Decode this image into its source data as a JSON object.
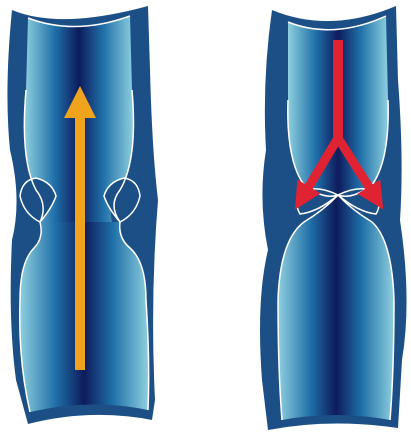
{
  "diagram": {
    "colors": {
      "background": "#ffffff",
      "vein_wall": "#1c4f86",
      "lumen_core": "#0e1b5c",
      "lumen_mid": "#1f6fa8",
      "lumen_edge": "#8fd0df",
      "valve_outline": "#ffffff",
      "open_flow_arrow": "#f0a31c",
      "closed_backflow_arrow": "#e02333"
    },
    "panels": [
      {
        "id": "open-valve",
        "valve_state": "open",
        "arrow": "upward-flow",
        "arrow_color_key": "open_flow_arrow"
      },
      {
        "id": "closed-valve",
        "valve_state": "closed",
        "arrow": "split-backflow",
        "arrow_color_key": "closed_backflow_arrow"
      }
    ]
  }
}
